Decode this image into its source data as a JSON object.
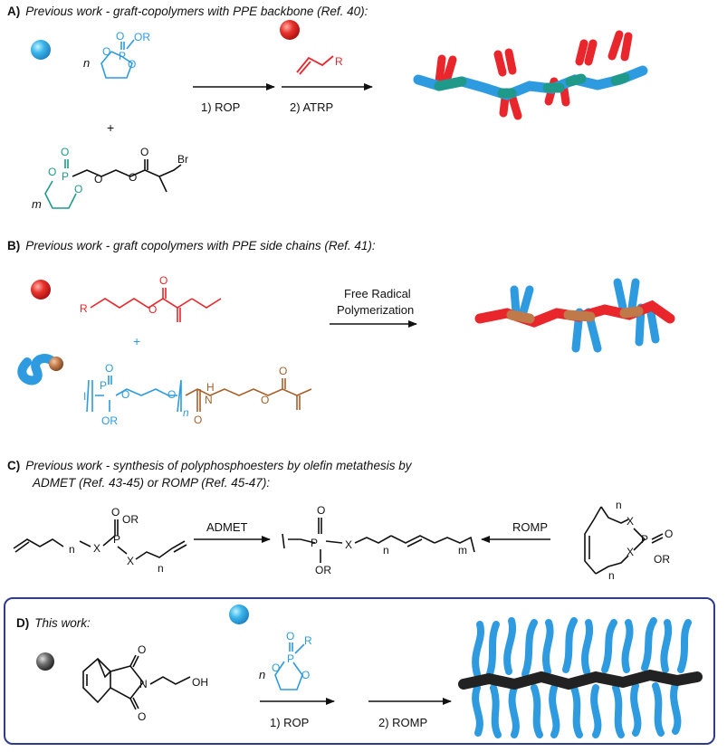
{
  "sections": {
    "A": {
      "letter": "A)",
      "heading": "Previous work - graft-copolymers with PPE backbone (Ref. 40):",
      "step1": "1) ROP",
      "step2": "2) ATRP"
    },
    "B": {
      "letter": "B)",
      "heading": "Previous work - graft copolymers with PPE side chains (Ref. 41):",
      "cond_line1": "Free Radical",
      "cond_line2": "Polymerization"
    },
    "C": {
      "letter": "C)",
      "heading_line1": "Previous work - synthesis of polyphosphoesters by olefin metathesis by",
      "heading_line2": "ADMET (Ref. 43-45) or ROMP (Ref. 45-47):",
      "arrow_left": "ADMET",
      "arrow_right": "ROMP"
    },
    "D": {
      "letter": "D)",
      "heading": "This work:",
      "step1": "1) ROP",
      "step2": "2) ROMP"
    }
  },
  "colors": {
    "red": "#e8262b",
    "blue": "#2e9be0",
    "teal": "#1f9a8a",
    "brown": "#a5622d",
    "black": "#222222",
    "frame": "#2f3c8c"
  }
}
